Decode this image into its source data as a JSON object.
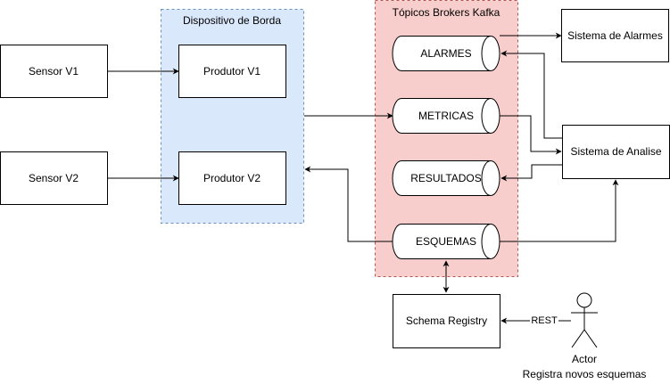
{
  "groups": {
    "edge_device": {
      "title": "Dispositivo de Borda",
      "fill": "#dae8fc",
      "stroke": "#6c8ebf"
    },
    "kafka": {
      "title": "Tópicos Brokers Kafka",
      "fill": "#f8cecc",
      "stroke": "#b85450"
    }
  },
  "nodes": {
    "sensor_v1": "Sensor V1",
    "sensor_v2": "Sensor V2",
    "produtor_v1": "Produtor V1",
    "produtor_v2": "Produtor V2",
    "sistema_alarmes": "Sistema de Alarmes",
    "sistema_analise": "Sistema de Analise",
    "schema_registry": "Schema Registry"
  },
  "topics": {
    "alarmes": "ALARMES",
    "metricas": "METRICAS",
    "resultados": "RESULTADOS",
    "esquemas": "ESQUEMAS"
  },
  "edges": {
    "rest_label": "REST"
  },
  "actor": {
    "name": "Actor",
    "description": "Registra novos esquemas"
  }
}
